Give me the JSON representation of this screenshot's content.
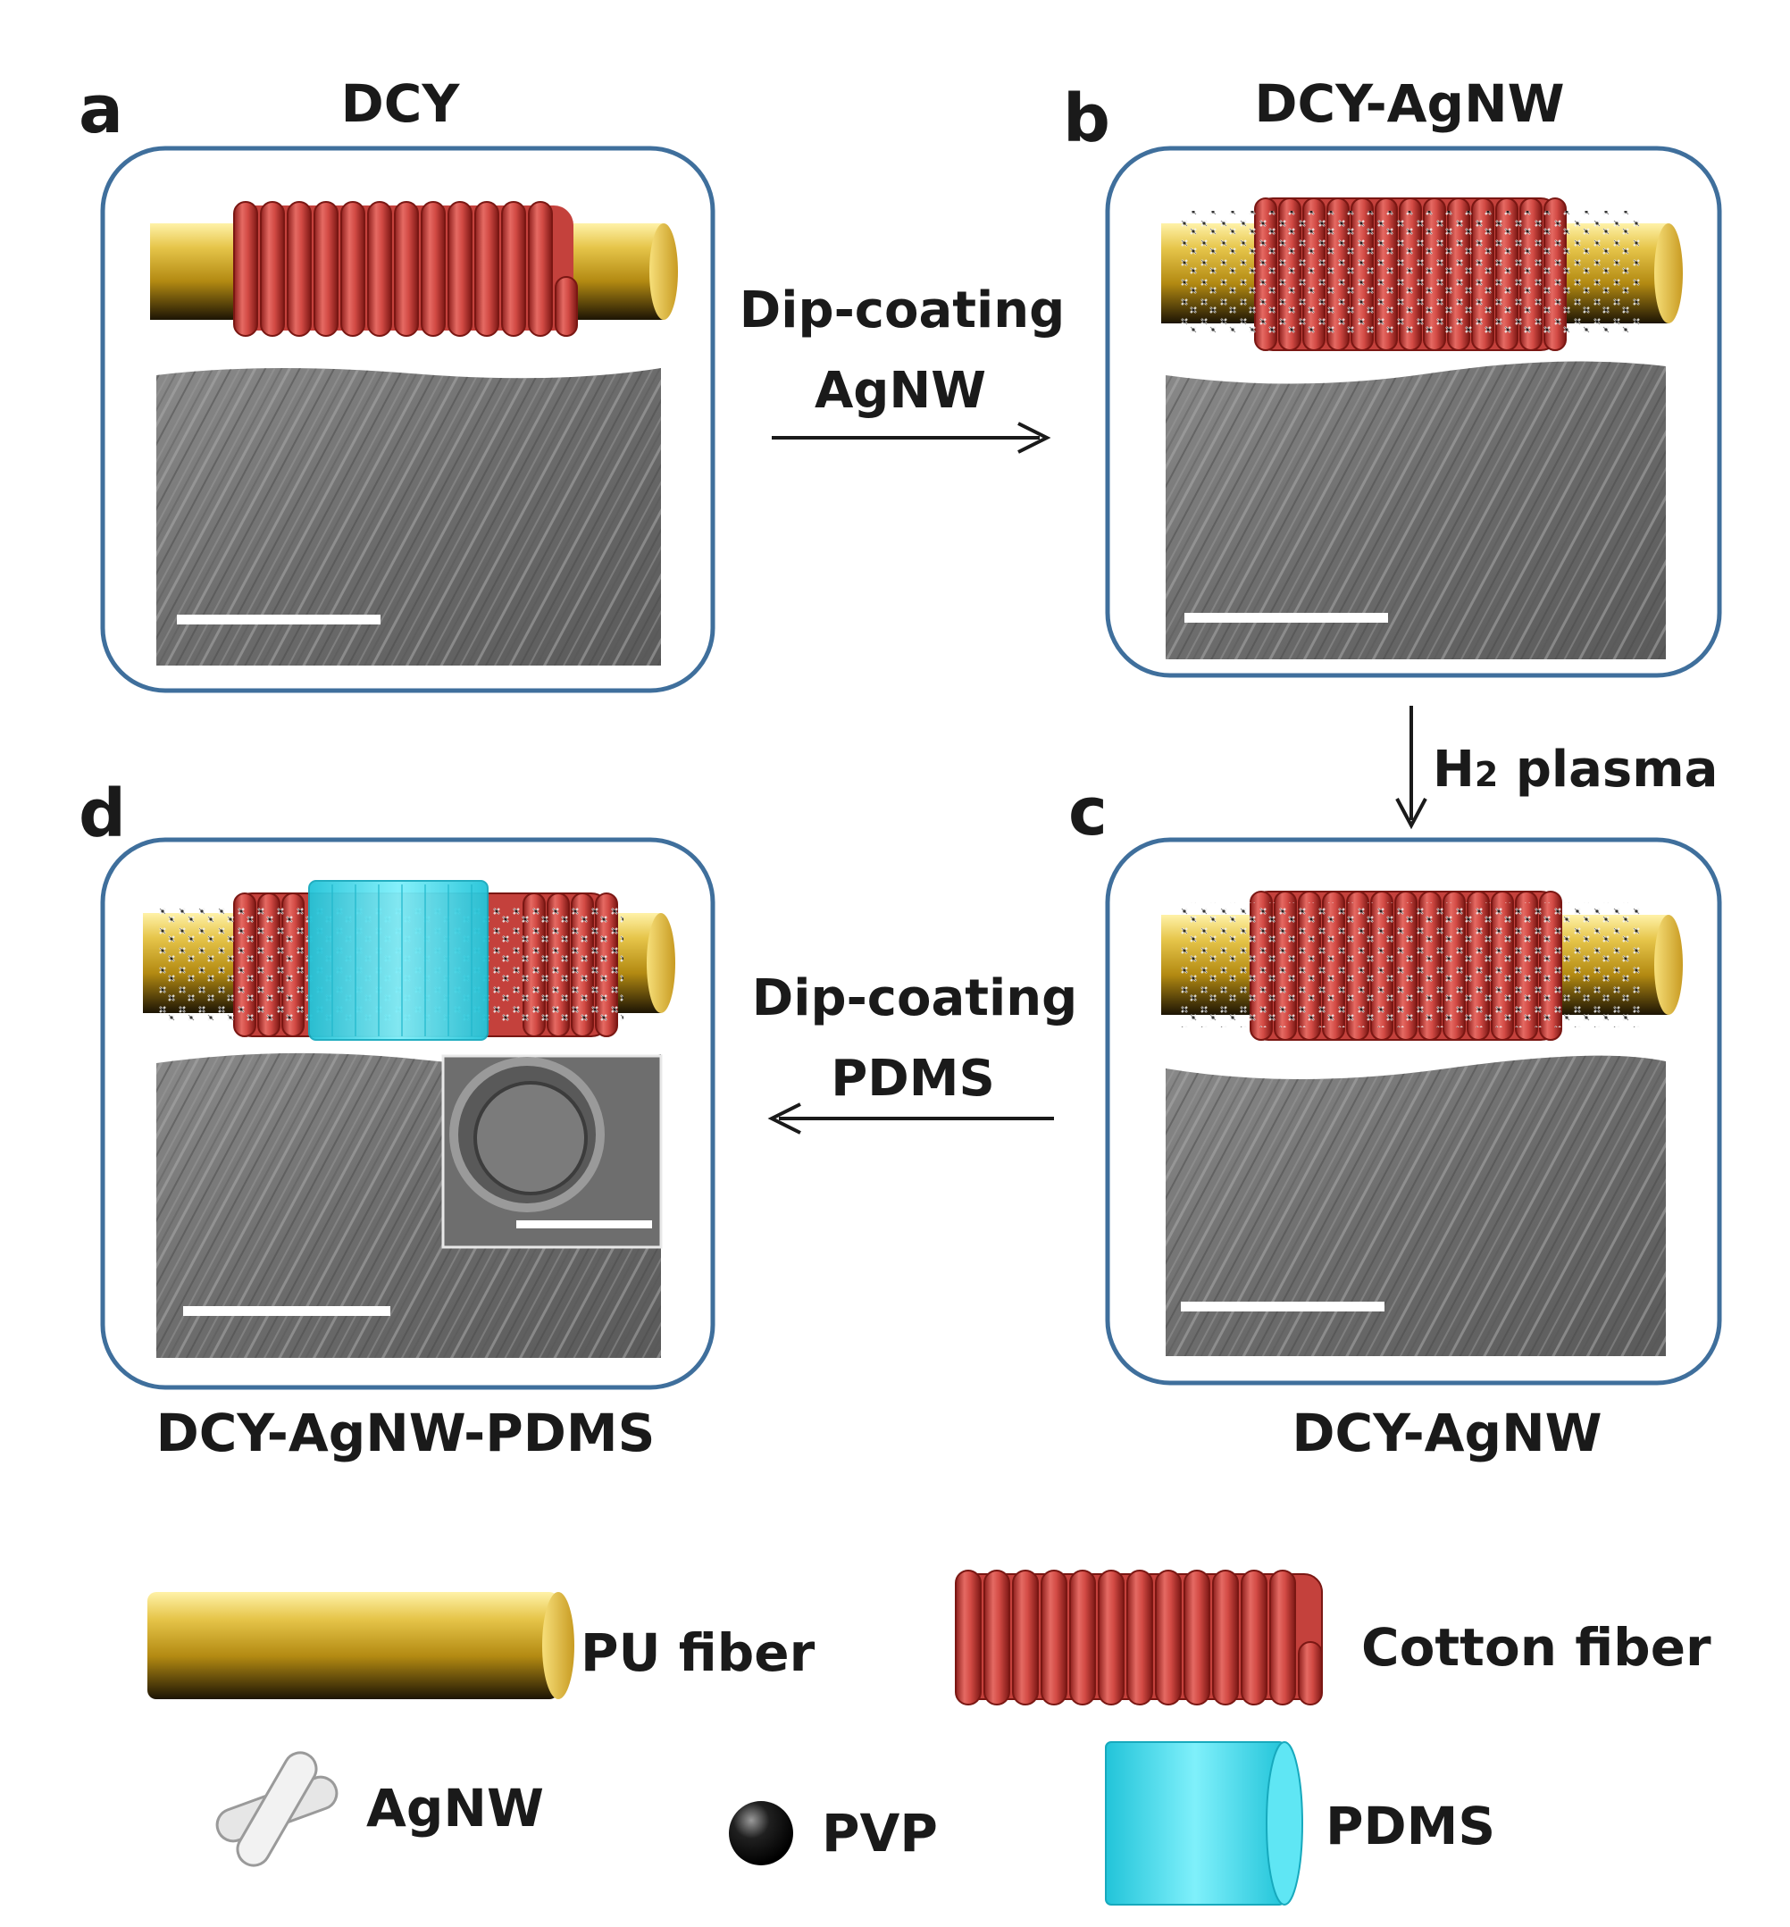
{
  "panels": {
    "a": {
      "letter": "a",
      "title": "DCY"
    },
    "b": {
      "letter": "b",
      "title": "DCY-AgNW"
    },
    "c": {
      "letter": "c",
      "title": "DCY-AgNW"
    },
    "d": {
      "letter": "d",
      "title": "DCY-AgNW-PDMS"
    }
  },
  "steps": {
    "ab": {
      "line1": "Dip-coating",
      "line2": "AgNW"
    },
    "bc": {
      "prefix": "H",
      "subscript": "2",
      "suffix": " plasma"
    },
    "cd": {
      "line1": "Dip-coating",
      "line2": "PDMS"
    }
  },
  "legend": {
    "pu": "PU fiber",
    "cotton": "Cotton fiber",
    "agnw": "AgNW",
    "pvp": "PVP",
    "pdms": "PDMS"
  },
  "colors": {
    "panel_border": "#3f6f9c",
    "pu_gold": "#d8b23a",
    "cotton_red": "#d5514c",
    "pdms_cyan": "#35d6ea",
    "sem_gray": "#777777"
  }
}
